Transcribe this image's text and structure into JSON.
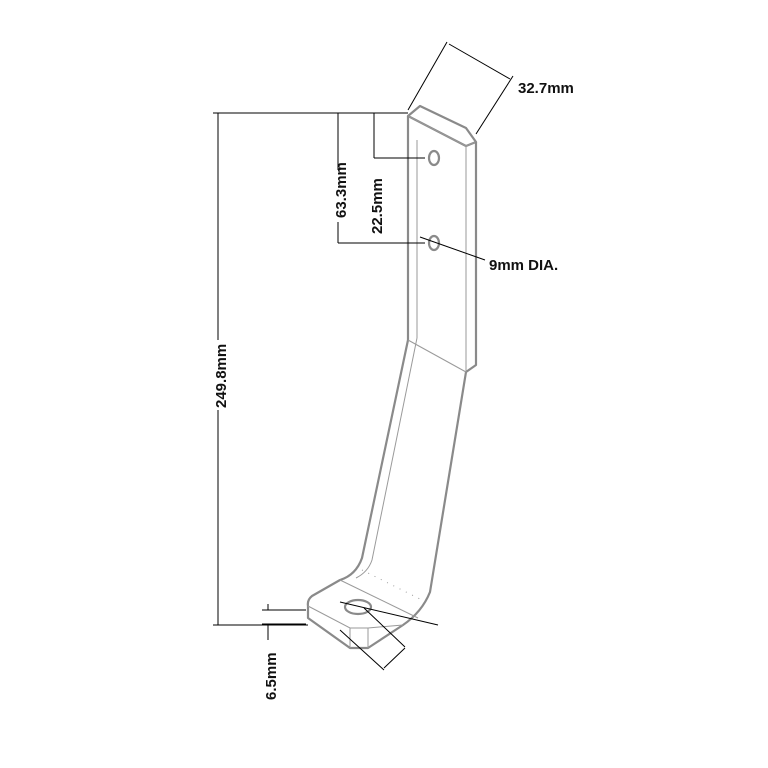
{
  "drawing": {
    "dimensions": {
      "width_top": "32.7mm",
      "hole_to_hole": "63.3mm",
      "top_to_first_hole": "22.5mm",
      "hole_diameter": "9mm DIA.",
      "overall_height": "249.8mm",
      "foot_thickness": "6.5mm"
    }
  }
}
